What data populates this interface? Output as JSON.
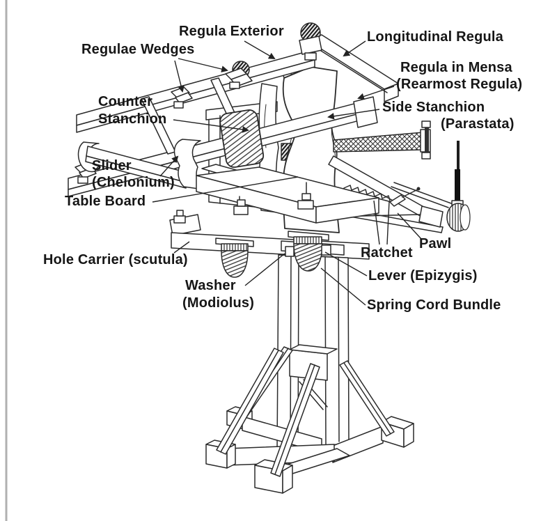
{
  "figure": {
    "type": "labeled-technical-line-drawing",
    "labels": {
      "regula_exterior": "Regula Exterior",
      "regulae_wedges": "Regulae Wedges",
      "longitudinal_regula": "Longitudinal Regula",
      "regula_in_mensa": "Regula in Mensa",
      "rearmost_regula": "(Rearmost Regula)",
      "side_stanchion": "Side Stanchion",
      "parastata": "(Parastata)",
      "counter": "Counter",
      "stanchion": "Stanchion",
      "slider": "Slider",
      "chelonium": "(Chelonium)",
      "table_board": "Table Board",
      "hole_carrier": "Hole Carrier (scutula)",
      "washer": "Washer",
      "modiolus": "(Modiolus)",
      "ratchet": "Ratchet",
      "pawl": "Pawl",
      "lever": "Lever (Epizygis)",
      "spring_cord_bundle": "Spring Cord Bundle"
    }
  },
  "colors": {
    "background": "#ffffff",
    "ink": "#2a2a2a",
    "label_text": "#161616",
    "page_edge": "#b0b0b0"
  }
}
